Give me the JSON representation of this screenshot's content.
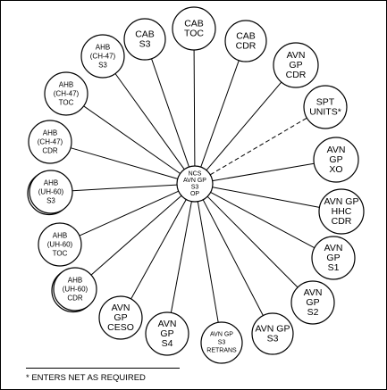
{
  "diagram": {
    "hub": {
      "lines": [
        "NCS",
        "AVN GP",
        "S3",
        "OP"
      ]
    },
    "nodes": [
      {
        "id": "cab-toc",
        "lines": [
          "CAB",
          "TOC"
        ]
      },
      {
        "id": "cab-cdr",
        "lines": [
          "CAB",
          "CDR"
        ]
      },
      {
        "id": "avn-gp-cdr",
        "lines": [
          "AVN",
          "GP",
          "CDR"
        ]
      },
      {
        "id": "spt-units",
        "lines": [
          "SPT",
          "UNITS*"
        ],
        "dashed": true
      },
      {
        "id": "avn-gp-xo",
        "lines": [
          "AVN",
          "GP",
          "XO"
        ]
      },
      {
        "id": "avn-gp-hhc-cdr",
        "lines": [
          "AVN GP",
          "HHC",
          "CDR"
        ]
      },
      {
        "id": "avn-gp-s1",
        "lines": [
          "AVN",
          "GP",
          "S1"
        ]
      },
      {
        "id": "avn-gp-s2",
        "lines": [
          "AVN",
          "GP",
          "S2"
        ]
      },
      {
        "id": "avn-gp-s3",
        "lines": [
          "AVN GP",
          "S3"
        ]
      },
      {
        "id": "avn-gp-s3-retrans",
        "lines": [
          "AVN GP",
          "S3",
          "RETRANS"
        ]
      },
      {
        "id": "avn-gp-s4",
        "lines": [
          "AVN",
          "GP",
          "S4"
        ]
      },
      {
        "id": "avn-gp-ceso",
        "lines": [
          "AVN",
          "GP",
          "CESO"
        ]
      },
      {
        "id": "ahb-uh60-cdr",
        "lines": [
          "AHB",
          "(UH-60)",
          "CDR"
        ],
        "double": true
      },
      {
        "id": "ahb-uh60-toc",
        "lines": [
          "AHB",
          "(UH-60)",
          "TOC"
        ]
      },
      {
        "id": "ahb-uh60-s3",
        "lines": [
          "AHB",
          "(UH-60)",
          "S3"
        ],
        "double": true
      },
      {
        "id": "ahb-ch47-cdr",
        "lines": [
          "AHB",
          "(CH-47)",
          "CDR"
        ]
      },
      {
        "id": "ahb-ch47-toc",
        "lines": [
          "AHB",
          "(CH-47)",
          "TOC"
        ]
      },
      {
        "id": "ahb-ch47-s3",
        "lines": [
          "AHB",
          "(CH-47)",
          "S3"
        ]
      },
      {
        "id": "cab-s3",
        "lines": [
          "CAB",
          "S3"
        ]
      }
    ],
    "footnote": "* ENTERS NET AS REQUIRED"
  }
}
